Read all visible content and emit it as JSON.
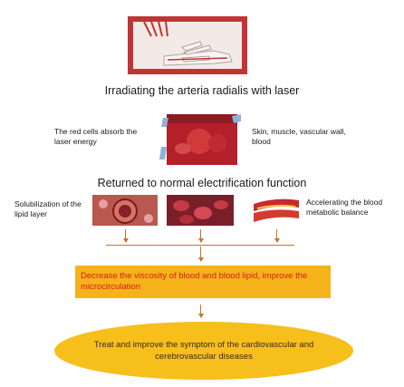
{
  "step1": {
    "caption": "Irradiating the arteria radialis with laser"
  },
  "step2": {
    "left_text": "The red cells absorb the laser energy",
    "right_text": "Skin, muscle, vascular wall, blood"
  },
  "step3": {
    "caption": "Returned to normal electrification function",
    "left_text": "Solubilization of the lipid layer",
    "right_text": "Accelerating the blood metabolic balance"
  },
  "step4": {
    "text": "Decrease the viscosity of blood and blood lipid, improve the microcirculation"
  },
  "step5": {
    "text": "Treat and improve the symptom of the cardiovascular and cerebrovascular diseases"
  },
  "colors": {
    "accent": "#f6b21a",
    "text_red": "#d41e1e",
    "ellipse": "#f6bf1c",
    "arrow": "#c07a2a"
  }
}
